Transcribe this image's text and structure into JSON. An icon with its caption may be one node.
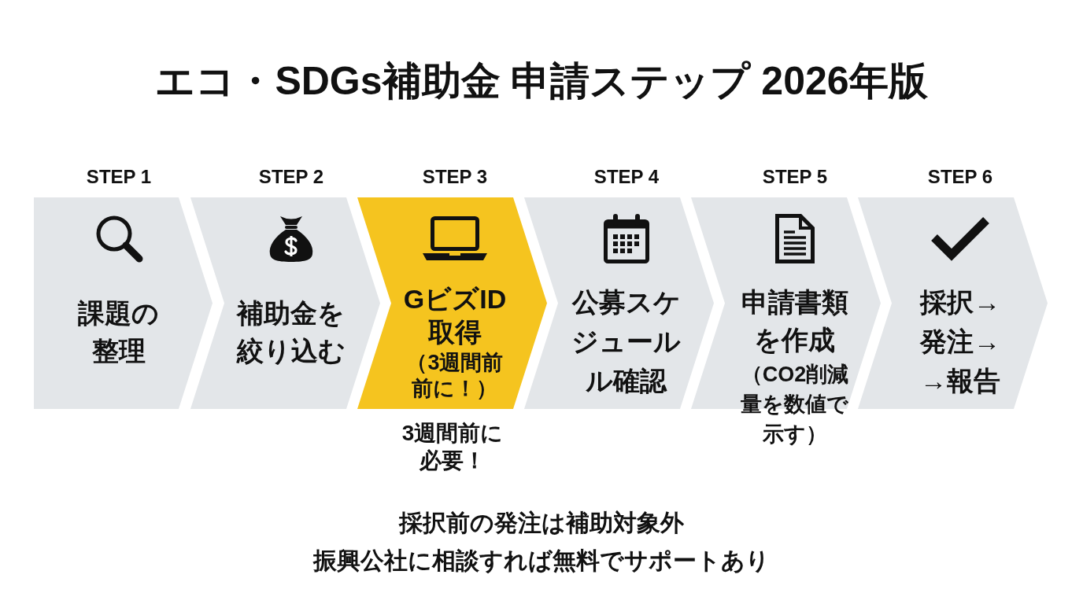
{
  "diagram": {
    "title": "エコ・SDGs補助金 申請ステップ 2026年版",
    "nodes": [
      {
        "text": [
          "STEP 1",
          "課題の整理"
        ]
      },
      {
        "text": [
          "STEP 2",
          "補助金を絞り込む"
        ]
      },
      {
        "text": [
          "STEP 3",
          "GビズID取得",
          "（3週間前前に！）"
        ],
        "beside": [
          "3週間前に必要！"
        ]
      },
      {
        "text": [
          "STEP 4",
          "公募スケジュールル確認"
        ]
      },
      {
        "text": [
          "STEP 5",
          "申請書類を作成",
          "（CO2削減量を数値で示す）"
        ]
      },
      {
        "text": [
          "STEP 6",
          "採択→発注→→報告"
        ]
      }
    ],
    "labels": [
      "採択前の発注は補助対象外",
      "振興公社に相談すれば無料でサポートあり"
    ]
  }
}
